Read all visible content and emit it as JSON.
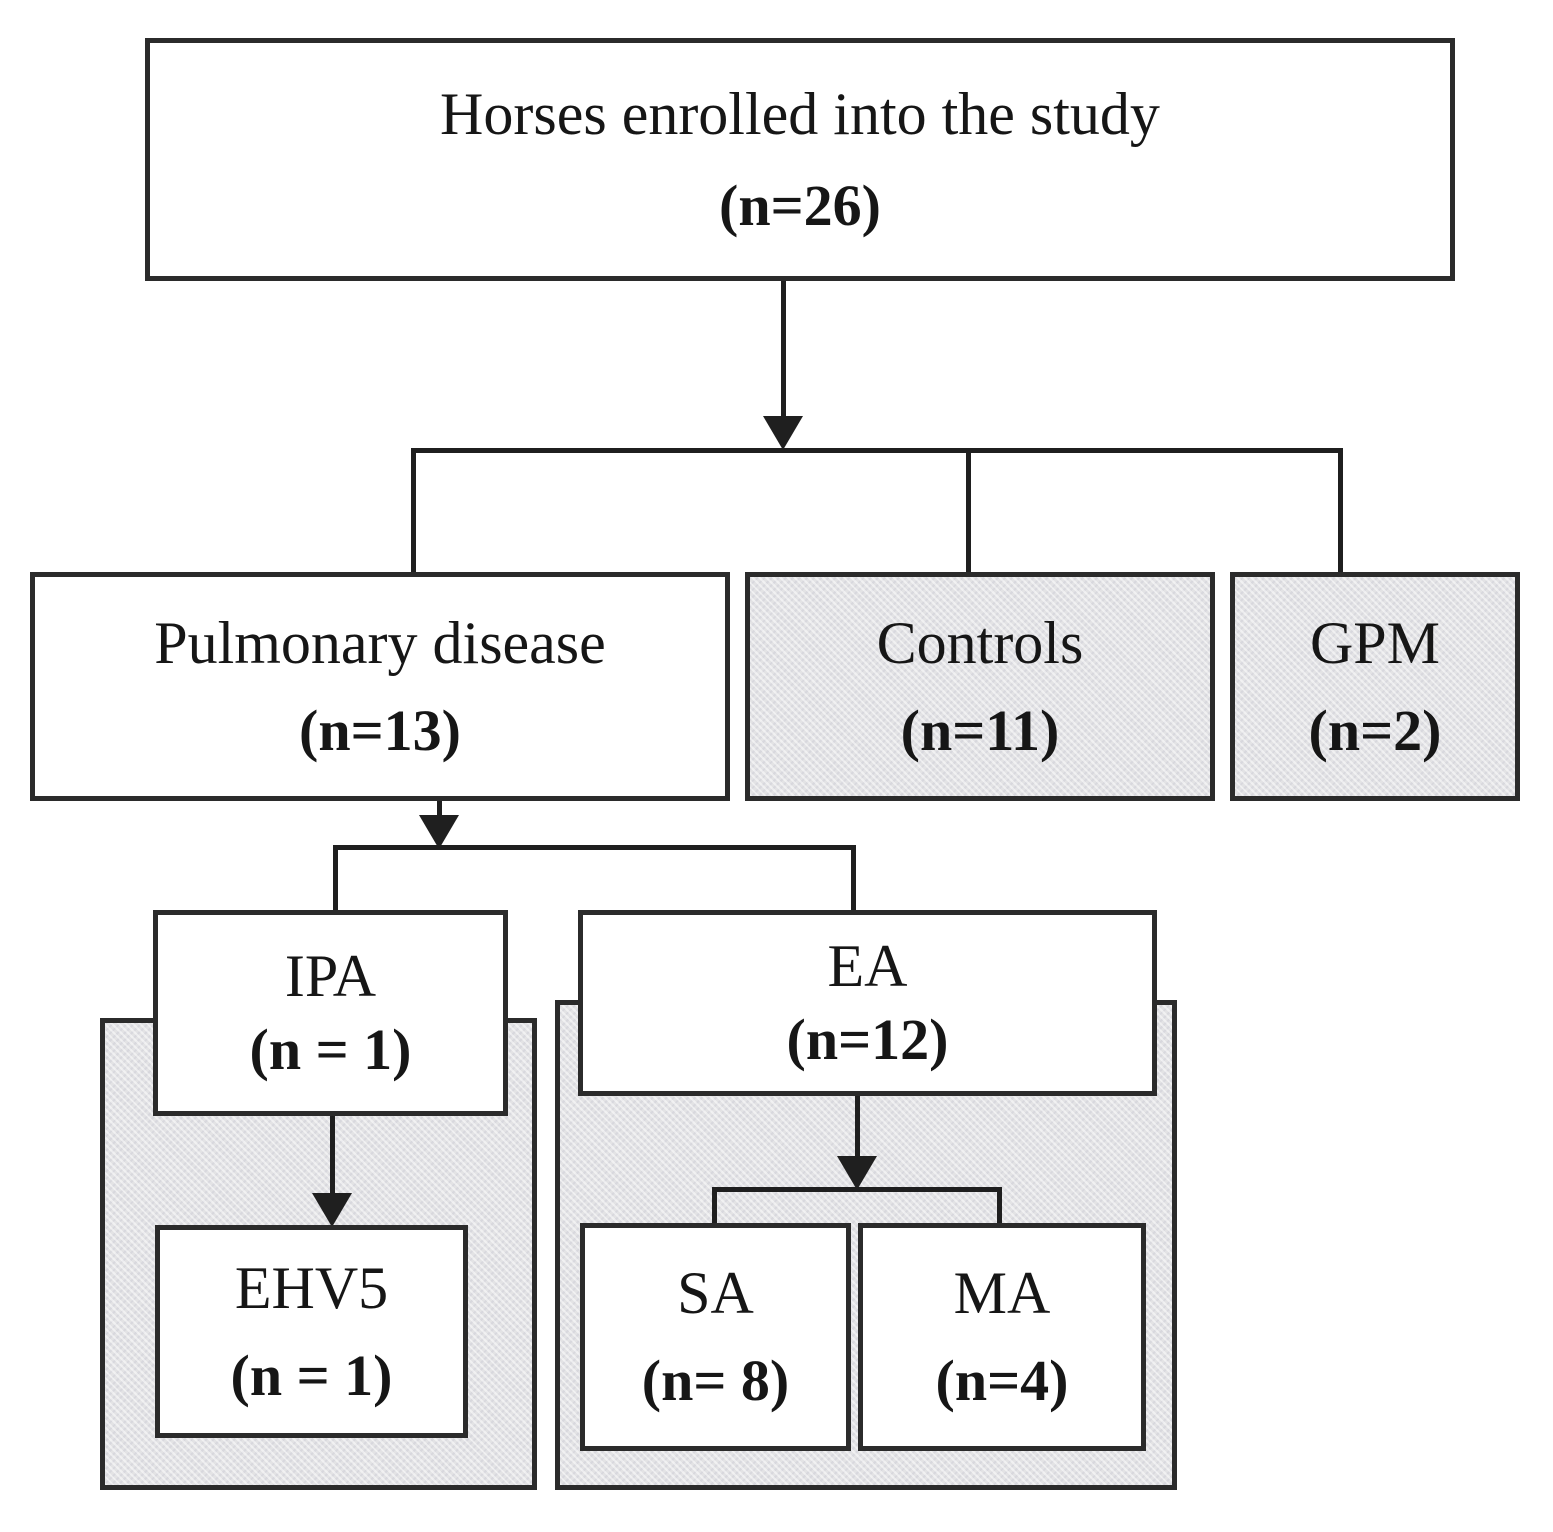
{
  "nodes": {
    "root": {
      "label": "Horses enrolled into the study",
      "count": "(n=26)"
    },
    "pulmonary": {
      "label": "Pulmonary disease",
      "count": "(n=13)"
    },
    "controls": {
      "label": "Controls",
      "count": "(n=11)"
    },
    "gpm": {
      "label": "GPM",
      "count": "(n=2)"
    },
    "ipa": {
      "label": "IPA",
      "count": "(n = 1)"
    },
    "ea": {
      "label": "EA",
      "count": "(n=12)"
    },
    "ehv5": {
      "label": "EHV5",
      "count": "(n = 1)"
    },
    "sa": {
      "label": "SA",
      "count": "(n= 8)"
    },
    "ma": {
      "label": "MA",
      "count": "(n=4)"
    }
  },
  "edges": [
    {
      "from": "root",
      "to": [
        "pulmonary",
        "controls",
        "gpm"
      ]
    },
    {
      "from": "pulmonary",
      "to": [
        "ipa",
        "ea"
      ]
    },
    {
      "from": "ipa",
      "to": [
        "ehv5"
      ]
    },
    {
      "from": "ea",
      "to": [
        "sa",
        "ma"
      ]
    }
  ],
  "colors": {
    "white_box": "#ffffff",
    "gray_box": "#e3e3e5",
    "border": "#2b2b2b",
    "text": "#161616",
    "connector": "#1f1f1f"
  }
}
